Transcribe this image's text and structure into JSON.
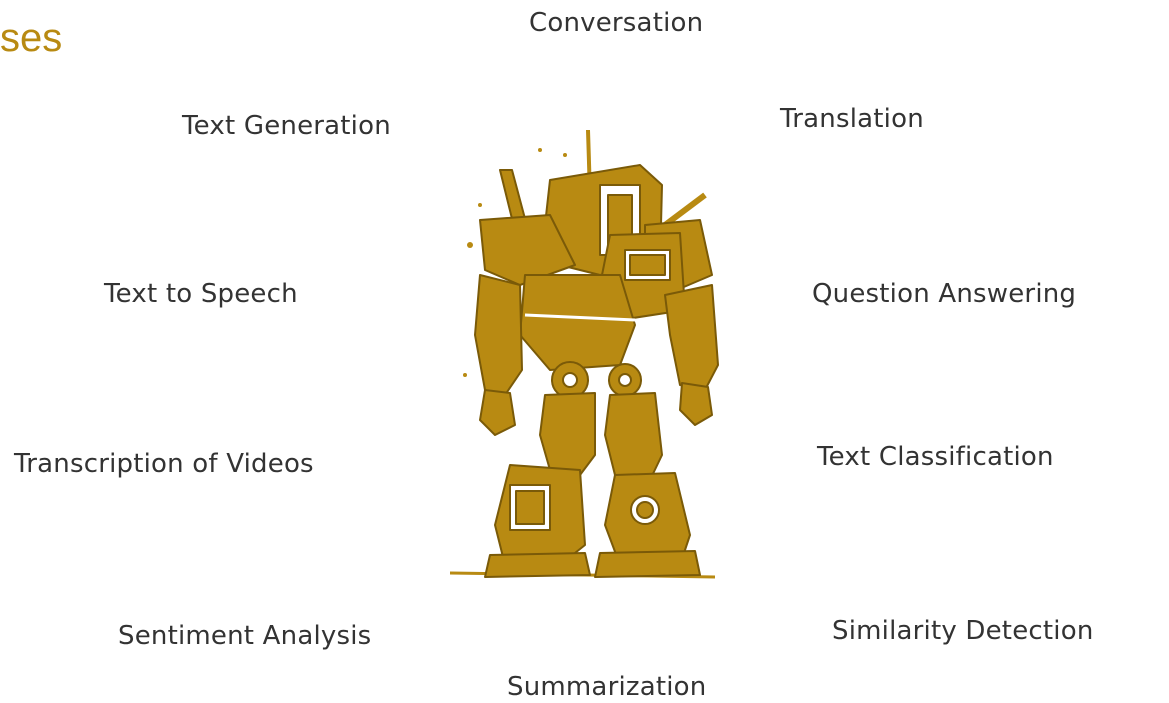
{
  "slide": {
    "title": "ses",
    "accent_color": "#b88a12",
    "illustration": "robot-mech",
    "use_cases": {
      "conversation": "Conversation",
      "text_generation": "Text Generation",
      "translation": "Translation",
      "text_to_speech": "Text to Speech",
      "question_answering": "Question Answering",
      "transcription_of_videos": "Transcription of Videos",
      "text_classification": "Text Classification",
      "sentiment_analysis": "Sentiment Analysis",
      "similarity_detection": "Similarity Detection",
      "summarization": "Summarization"
    }
  }
}
